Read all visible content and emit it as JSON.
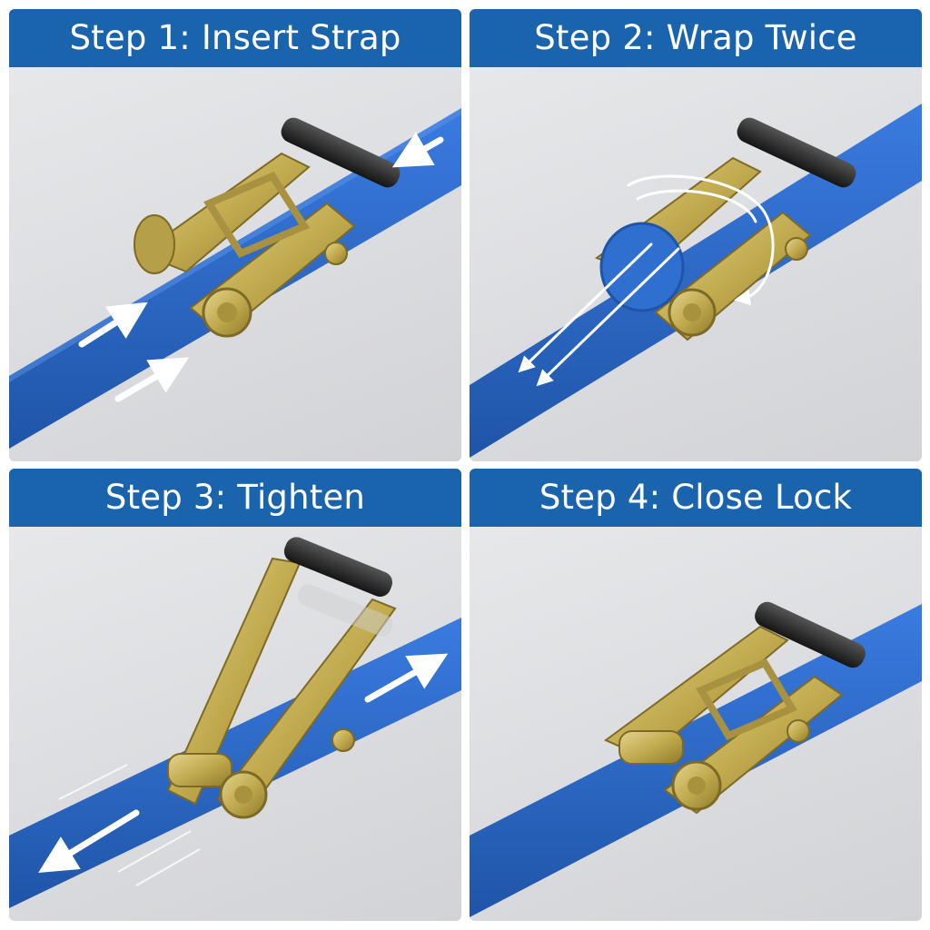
{
  "steps": [
    {
      "title": "Step 1: Insert Strap"
    },
    {
      "title": "Step 2: Wrap Twice"
    },
    {
      "title": "Step 3: Tighten"
    },
    {
      "title": "Step 4: Close Lock"
    }
  ],
  "colors": {
    "header": "#1a64ad",
    "strap": "#2f6fd0",
    "strap_dark": "#1f55a8",
    "metal": "#c7b35a",
    "metal_dark": "#8f7a2c",
    "handle": "#2b2b2b",
    "arrow": "#ffffff"
  }
}
